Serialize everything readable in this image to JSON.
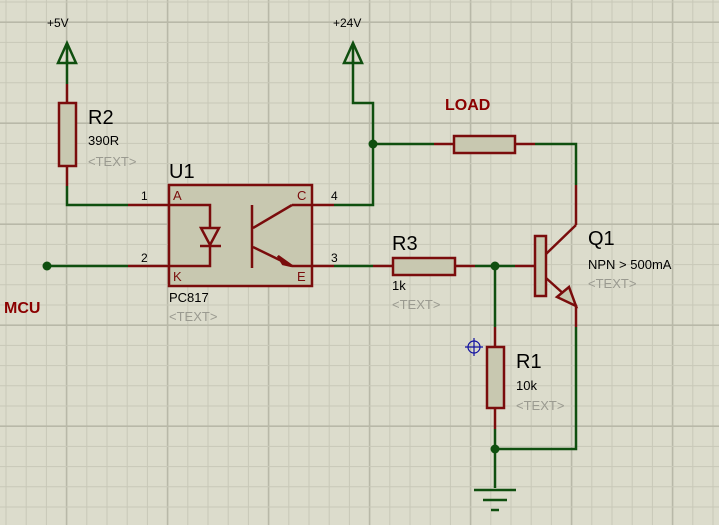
{
  "colors": {
    "background": "#dcdccc",
    "grid_minor": "#c8c8b8",
    "grid_major": "#b8b8a8",
    "wire": "#0f4f0f",
    "component": "#7a0c0c",
    "component_fill": "#c8c8b0",
    "label_text": "#000000",
    "hidden_text": "#9a9a90",
    "net_label": "#8b0000",
    "marker": "#1010a0"
  },
  "power": {
    "vcc5": "+5V",
    "vcc24": "+24V"
  },
  "labels": {
    "load": "LOAD",
    "mcu": "MCU"
  },
  "components": {
    "r2": {
      "ref": "R2",
      "value": "390R",
      "text": "<TEXT>"
    },
    "u1": {
      "ref": "U1",
      "value": "PC817",
      "text": "<TEXT>",
      "pins": {
        "p1": "1",
        "p2": "2",
        "p3": "3",
        "p4": "4",
        "a": "A",
        "k": "K",
        "c": "C",
        "e": "E"
      }
    },
    "r3": {
      "ref": "R3",
      "value": "1k",
      "text": "<TEXT>"
    },
    "q1": {
      "ref": "Q1",
      "value": "NPN > 500mA",
      "text": "<TEXT>"
    },
    "r1": {
      "ref": "R1",
      "value": "10k",
      "text": "<TEXT>"
    }
  }
}
